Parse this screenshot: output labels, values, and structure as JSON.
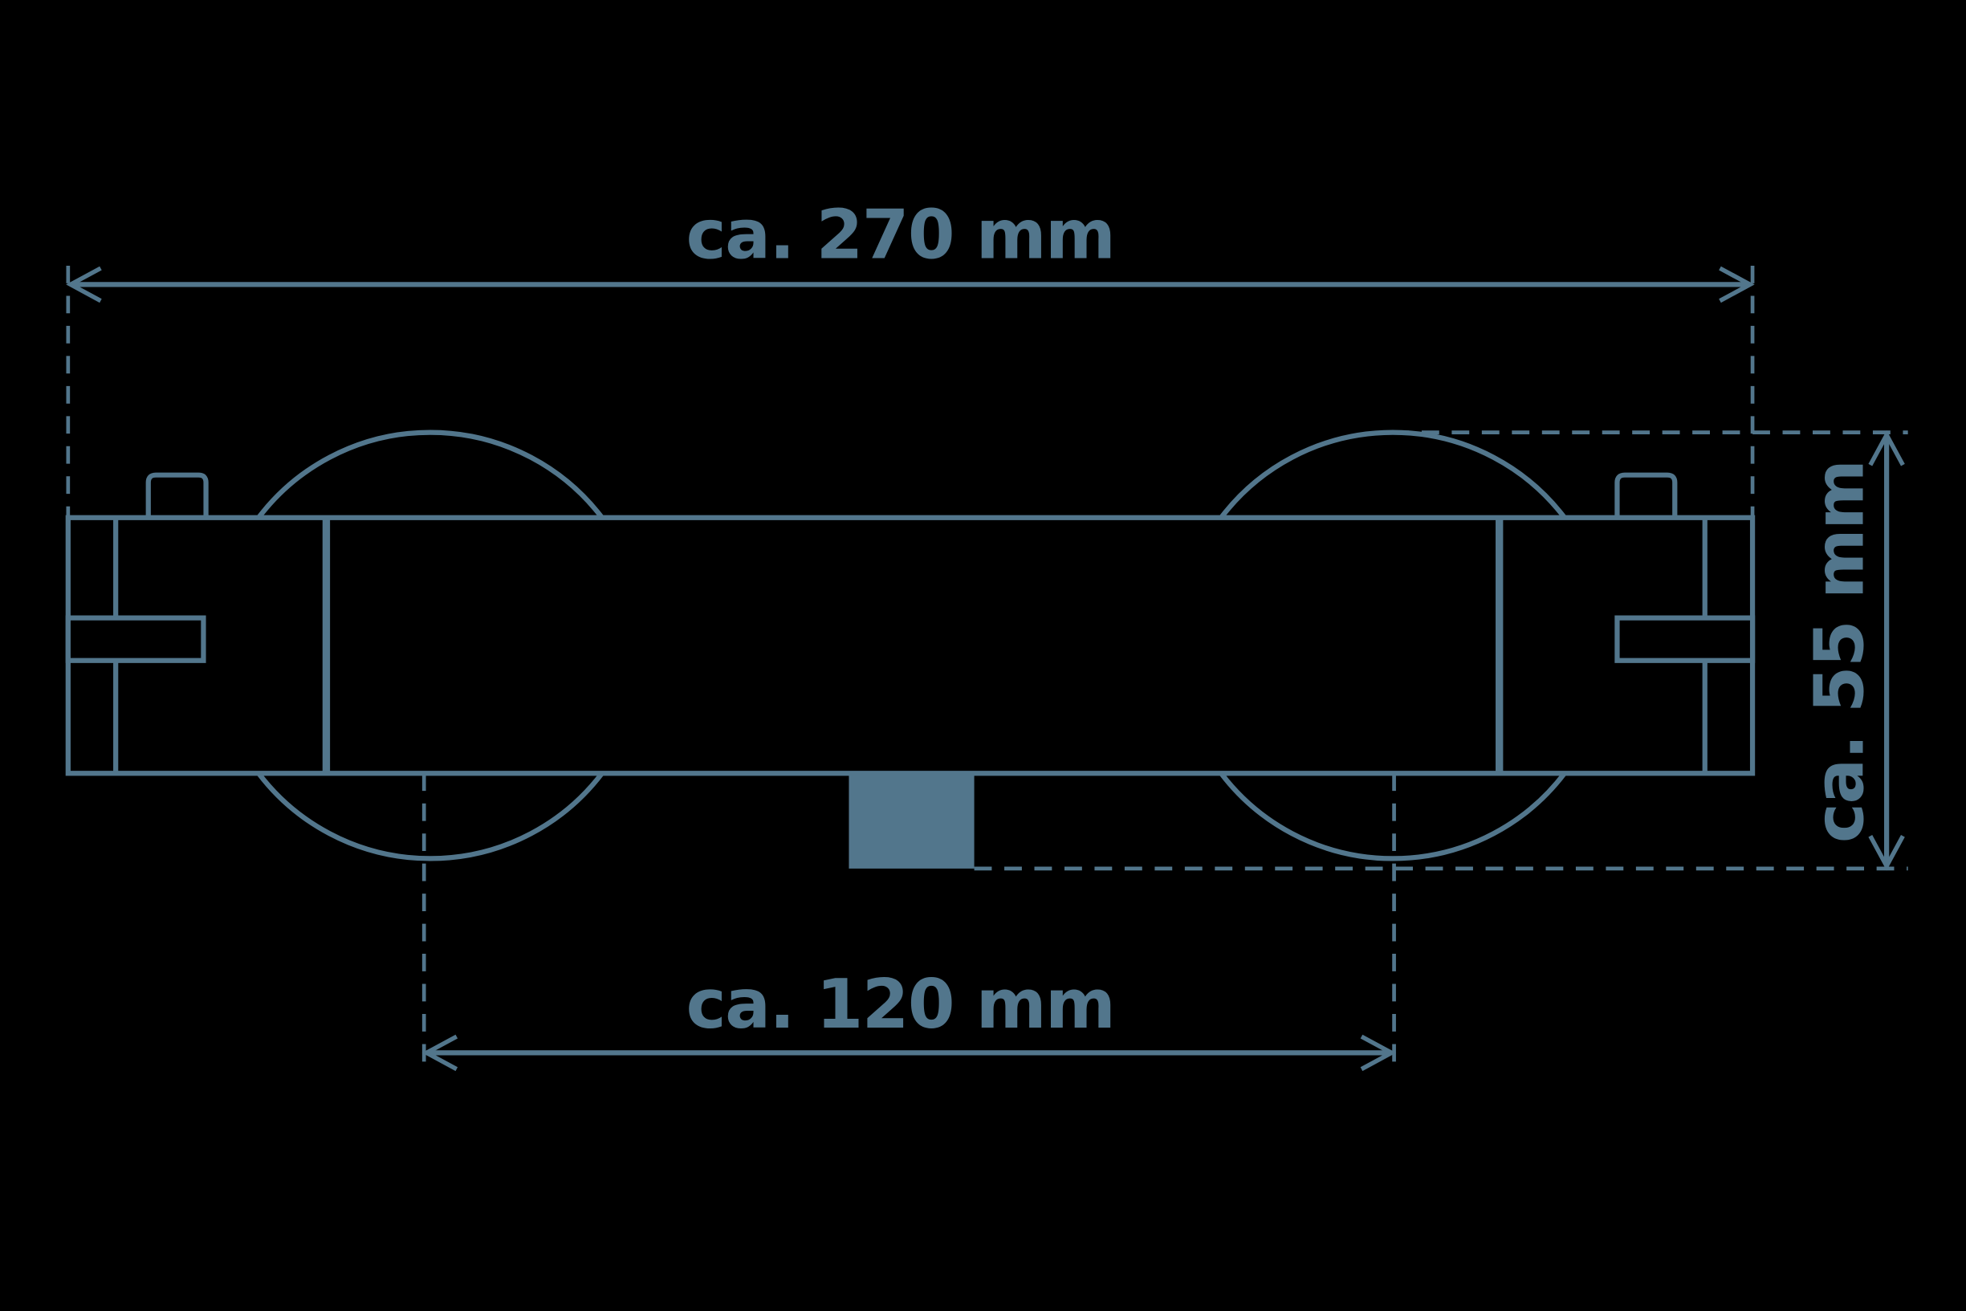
{
  "diagram": {
    "dimensions": {
      "total_width": "ca. 270 mm",
      "mount_spacing": "ca. 120 mm",
      "height": "ca. 55 mm"
    },
    "colors": {
      "line": "#52768c",
      "background": "#000000"
    }
  }
}
